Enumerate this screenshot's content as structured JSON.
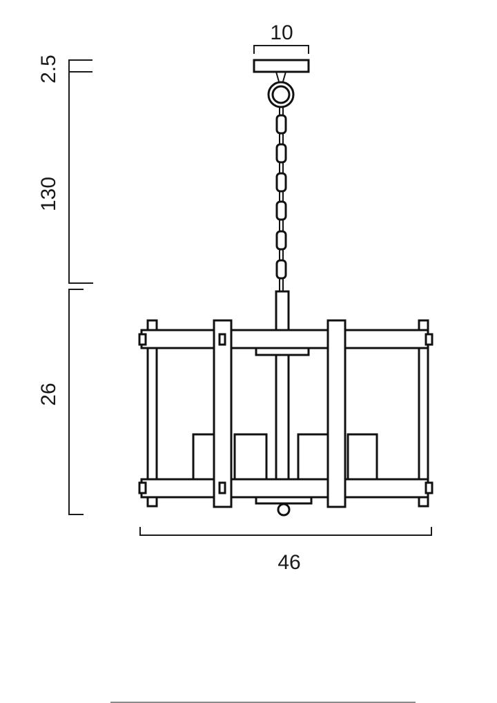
{
  "diagram": {
    "type": "pendant light dimension drawing",
    "units_shown": false,
    "dimensions": {
      "canopy_width": "10",
      "canopy_height": "2.5",
      "chain_drop": "130",
      "body_height": "26",
      "body_width": "46"
    },
    "colors": {
      "line": "#111111",
      "background": "#ffffff",
      "footer_rule": "#8a8a8a"
    }
  }
}
